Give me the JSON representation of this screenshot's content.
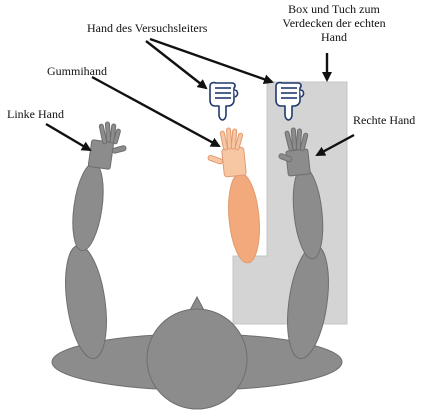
{
  "labels": {
    "experimenter_hand": "Hand des Versuchsleiters",
    "box_cloth": [
      "Box und Tuch zum",
      "Verdecken der echten",
      "Hand"
    ],
    "rubber_hand": "Gummihand",
    "left_hand": "Linke Hand",
    "right_hand": "Rechte Hand"
  },
  "colors": {
    "body_gray": "#8c8c8c",
    "body_stroke": "#6e6e6e",
    "box_gray": "#d4d4d4",
    "rubber_hand": "#f7c7a3",
    "rubber_arm": "#f2a97c",
    "rubber_stroke": "#e29a70",
    "experimenter_hand_stroke": "#1f3a6e",
    "arrow": "#111111"
  },
  "icons": {
    "experimenter_hand": "pointing-hand-icon"
  }
}
